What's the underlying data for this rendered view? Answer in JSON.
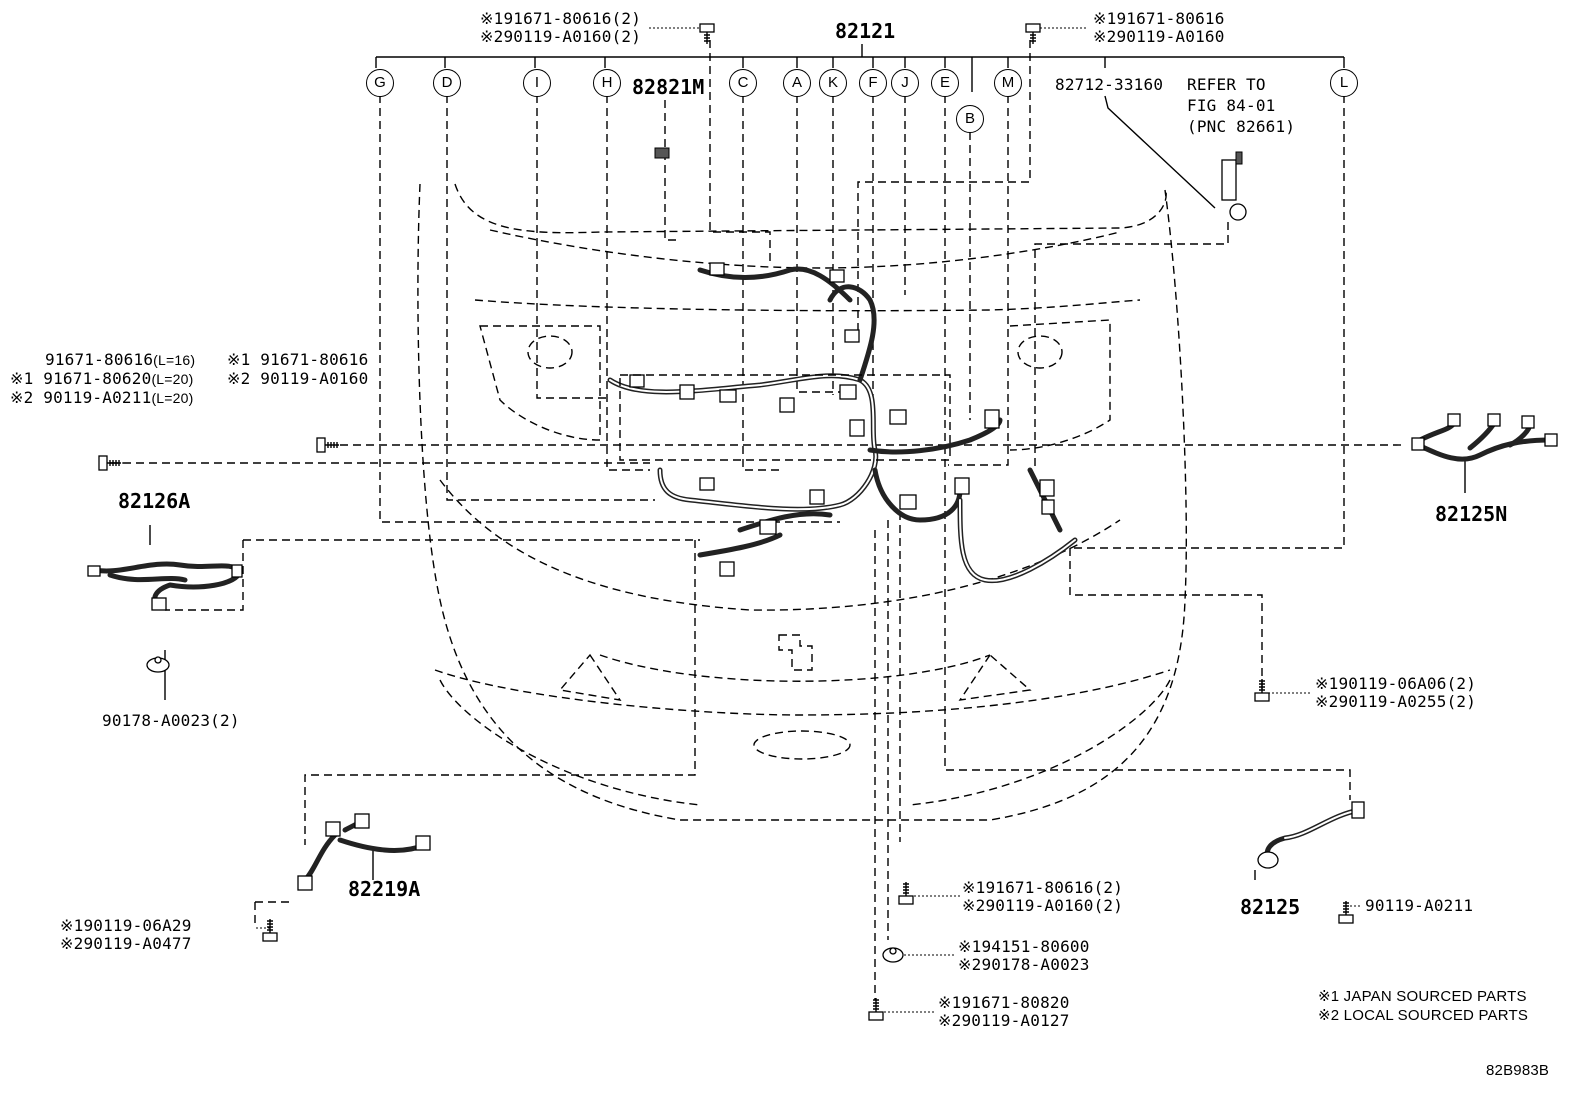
{
  "assembly": "82121",
  "bolt_top_left": [
    "※191671-80616(2)",
    "※290119-A0160(2)"
  ],
  "bolt_top_right": [
    "※191671-80616",
    "※290119-A0160"
  ],
  "connector_letters": [
    "G",
    "D",
    "I",
    "H",
    "C",
    "A",
    "K",
    "F",
    "J",
    "E",
    "B",
    "M",
    "L"
  ],
  "part_82821M": "82821M",
  "part_82712": "82712-33160",
  "refer": [
    "REFER TO",
    "FIG 84-01",
    "(PNC 82661)"
  ],
  "left_bolt_a": [
    "91671-80616",
    "※1 91671-80620",
    "※2 90119-A0211"
  ],
  "left_bolt_a_len": [
    "(L=16)",
    "(L=20)",
    "(L=20)"
  ],
  "left_bolt_b": [
    "※1 91671-80616",
    "※2 90119-A0160"
  ],
  "part_82126A": "82126A",
  "part_90178": "90178-A0023(2)",
  "part_82125N": "82125N",
  "bolt_right_mid": [
    "※190119-06A06(2)",
    "※290119-A0255(2)"
  ],
  "part_82219A": "82219A",
  "bolt_bottom_left": [
    "※190119-06A29",
    "※290119-A0477"
  ],
  "bolt_center_1": [
    "※191671-80616(2)",
    "※290119-A0160(2)"
  ],
  "bolt_center_2": [
    "※194151-80600",
    "※290178-A0023"
  ],
  "bolt_center_3": [
    "※191671-80820",
    "※290119-A0127"
  ],
  "part_82125": "82125",
  "part_90119_a0211": "90119-A0211",
  "notes": [
    "※1 JAPAN SOURCED PARTS",
    "※2 LOCAL SOURCED PARTS"
  ],
  "figure_code": "82B983B"
}
